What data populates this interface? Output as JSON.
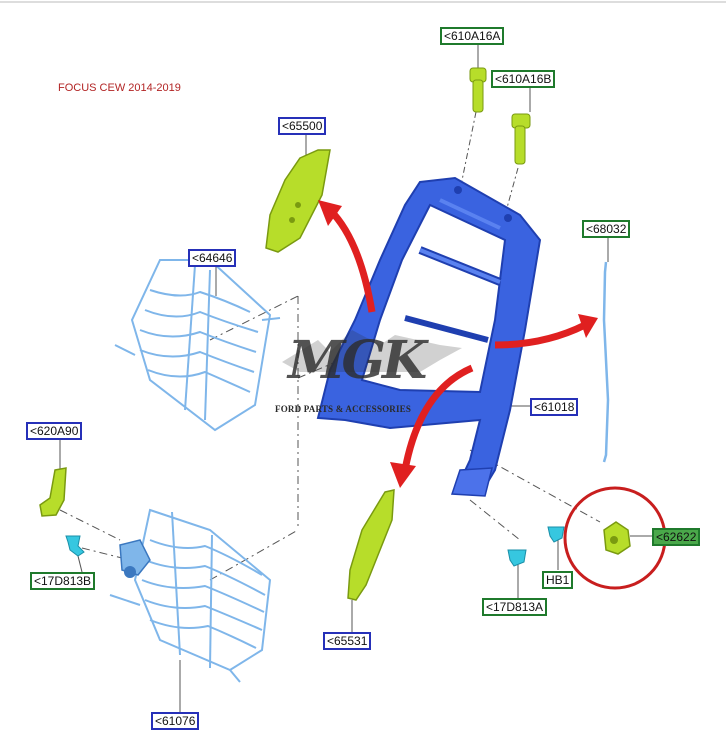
{
  "caption": "FOCUS CEW 2014-2019",
  "watermark": {
    "brand": "MGK",
    "tagline": "FORD PARTS & ACCESSORIES"
  },
  "callouts": {
    "c610a16a": "<610A16A",
    "c610a16b": "<610A16B",
    "c65500": "<65500",
    "c68032": "<68032",
    "c64646": "<64646",
    "c61018": "<61018",
    "c620a90": "<620A90",
    "c17d813b": "<17D813B",
    "c62622": "<62622",
    "hb1": "HB1",
    "c17d813a": "<17D813A",
    "c65531": "<65531",
    "c61076": "<61076"
  },
  "colors": {
    "frame": "#3a63e0",
    "frame_dark": "#1f3fb0",
    "part_green": "#b7dd2a",
    "wire": "#7fb6ea",
    "clip": "#36c7e0",
    "arrow": "#e02020",
    "highlight_circle": "#c81e1e",
    "callout_blue": "#2630b8",
    "callout_green": "#1f7a2c"
  }
}
